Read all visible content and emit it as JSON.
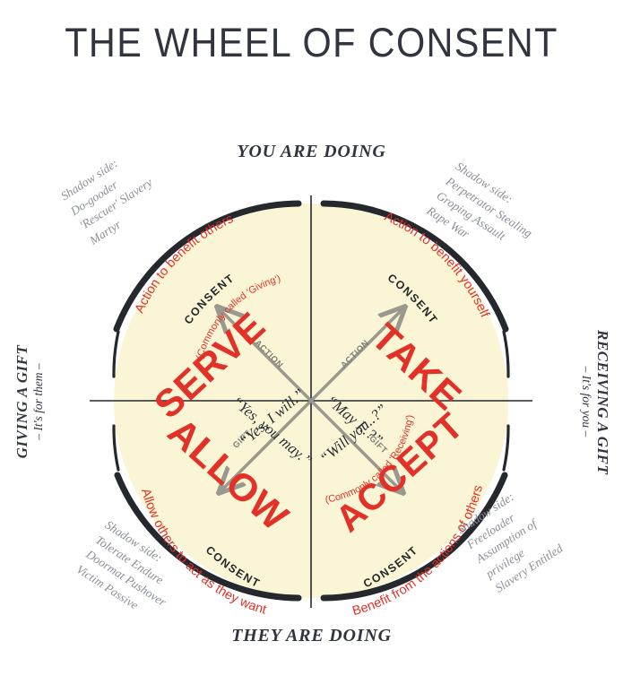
{
  "title": "THE WHEEL OF CONSENT",
  "axis_labels": {
    "top": "YOU ARE DOING",
    "bottom": "THEY ARE DOING",
    "left_main": "GIVING A GIFT",
    "left_sub": "– It's for them –",
    "right_main": "RECEIVING A GIFT",
    "right_sub": "– It's for you –"
  },
  "rim_label": "CONSENT",
  "rim_labels": [
    "CONSENT",
    "CONSENT",
    "CONSENT",
    "CONSENT"
  ],
  "center_arrows": [
    {
      "label": "ACTION",
      "position": "upper-left"
    },
    {
      "label": "ACTION",
      "position": "upper-right"
    },
    {
      "label": "GIFT",
      "position": "lower-left"
    },
    {
      "label": "GIFT",
      "position": "lower-right"
    }
  ],
  "quadrants": [
    {
      "id": "serve",
      "name": "SERVE",
      "subtitle": "(Commonly called 'Giving')",
      "description": "Action to benefit others",
      "quote": "“Yes, I will.”",
      "position": "top-left"
    },
    {
      "id": "take",
      "name": "TAKE",
      "subtitle": "",
      "description": "Action to benefit yourself",
      "quote": "“May I..?”",
      "position": "top-right"
    },
    {
      "id": "allow",
      "name": "ALLOW",
      "subtitle": "",
      "description": "Allow others to act as they want",
      "quote": "“Yes, you may.”",
      "position": "bottom-left"
    },
    {
      "id": "accept",
      "name": "ACCEPT",
      "subtitle": "(Commonly called 'Receiving')",
      "description": "Benefit from the actions of others",
      "quote": "“Will you..?”",
      "position": "bottom-right"
    }
  ],
  "shadow_sides": [
    {
      "id": "serve-shadow",
      "position": "top-left",
      "heading": "Shadow side:",
      "lines": [
        "Do-gooder",
        "'Rescuer'   Slavery",
        "Martyr"
      ]
    },
    {
      "id": "take-shadow",
      "position": "top-right",
      "heading": "Shadow side:",
      "lines": [
        "Perpetrator  Stealing",
        "Groping  Assault",
        "Rape  War"
      ]
    },
    {
      "id": "allow-shadow",
      "position": "bottom-left",
      "heading": "Shadow side:",
      "lines": [
        "Tolerate  Endure",
        "Doormat  Pushover",
        "Victim  Passive"
      ]
    },
    {
      "id": "accept-shadow",
      "position": "bottom-right",
      "heading": "Shadow side:",
      "lines": [
        "Freeloader",
        "Assumption of",
        "privilege",
        "Slavery  Entitled"
      ]
    }
  ],
  "colors": {
    "accent_red": "#e23128",
    "ink": "#32353f",
    "disk_fill": "#faf6d5",
    "rim": "#25282c",
    "gray_text": "#8b8f99",
    "arrow_gray": "#9a998f",
    "background": "#ffffff"
  }
}
